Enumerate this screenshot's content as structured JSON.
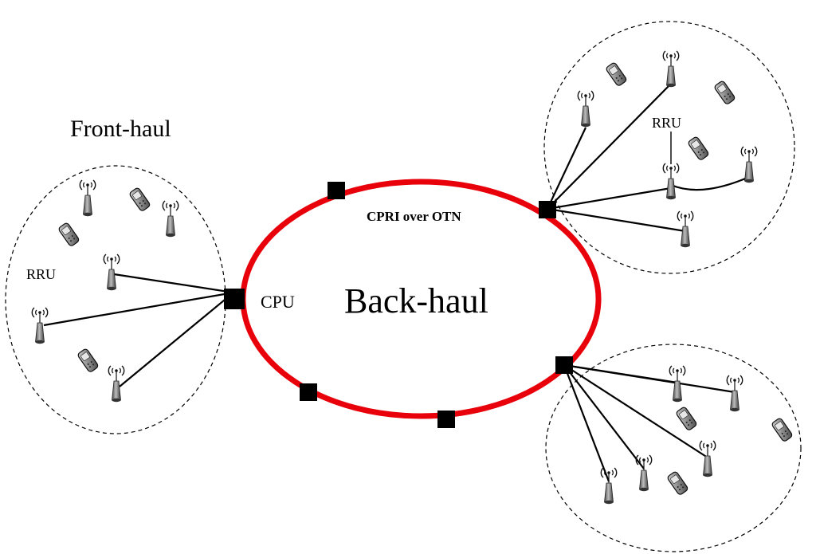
{
  "labels": {
    "front_haul": "Front-haul",
    "back_haul": "Back-haul",
    "cpu": "CPU",
    "cpri": "CPRI over OTN",
    "rru_left": "RRU",
    "rru_right": "RRU"
  },
  "colors": {
    "ring": "#e8000b",
    "node": "#000000",
    "link": "#000000",
    "cluster_border": "#000000",
    "tower": "#7a7a7a",
    "phone": "#8a8a8a"
  },
  "icons": {
    "tower": "rru-tower-icon",
    "phone": "mobile-phone-icon",
    "node": "optical-node-icon"
  }
}
